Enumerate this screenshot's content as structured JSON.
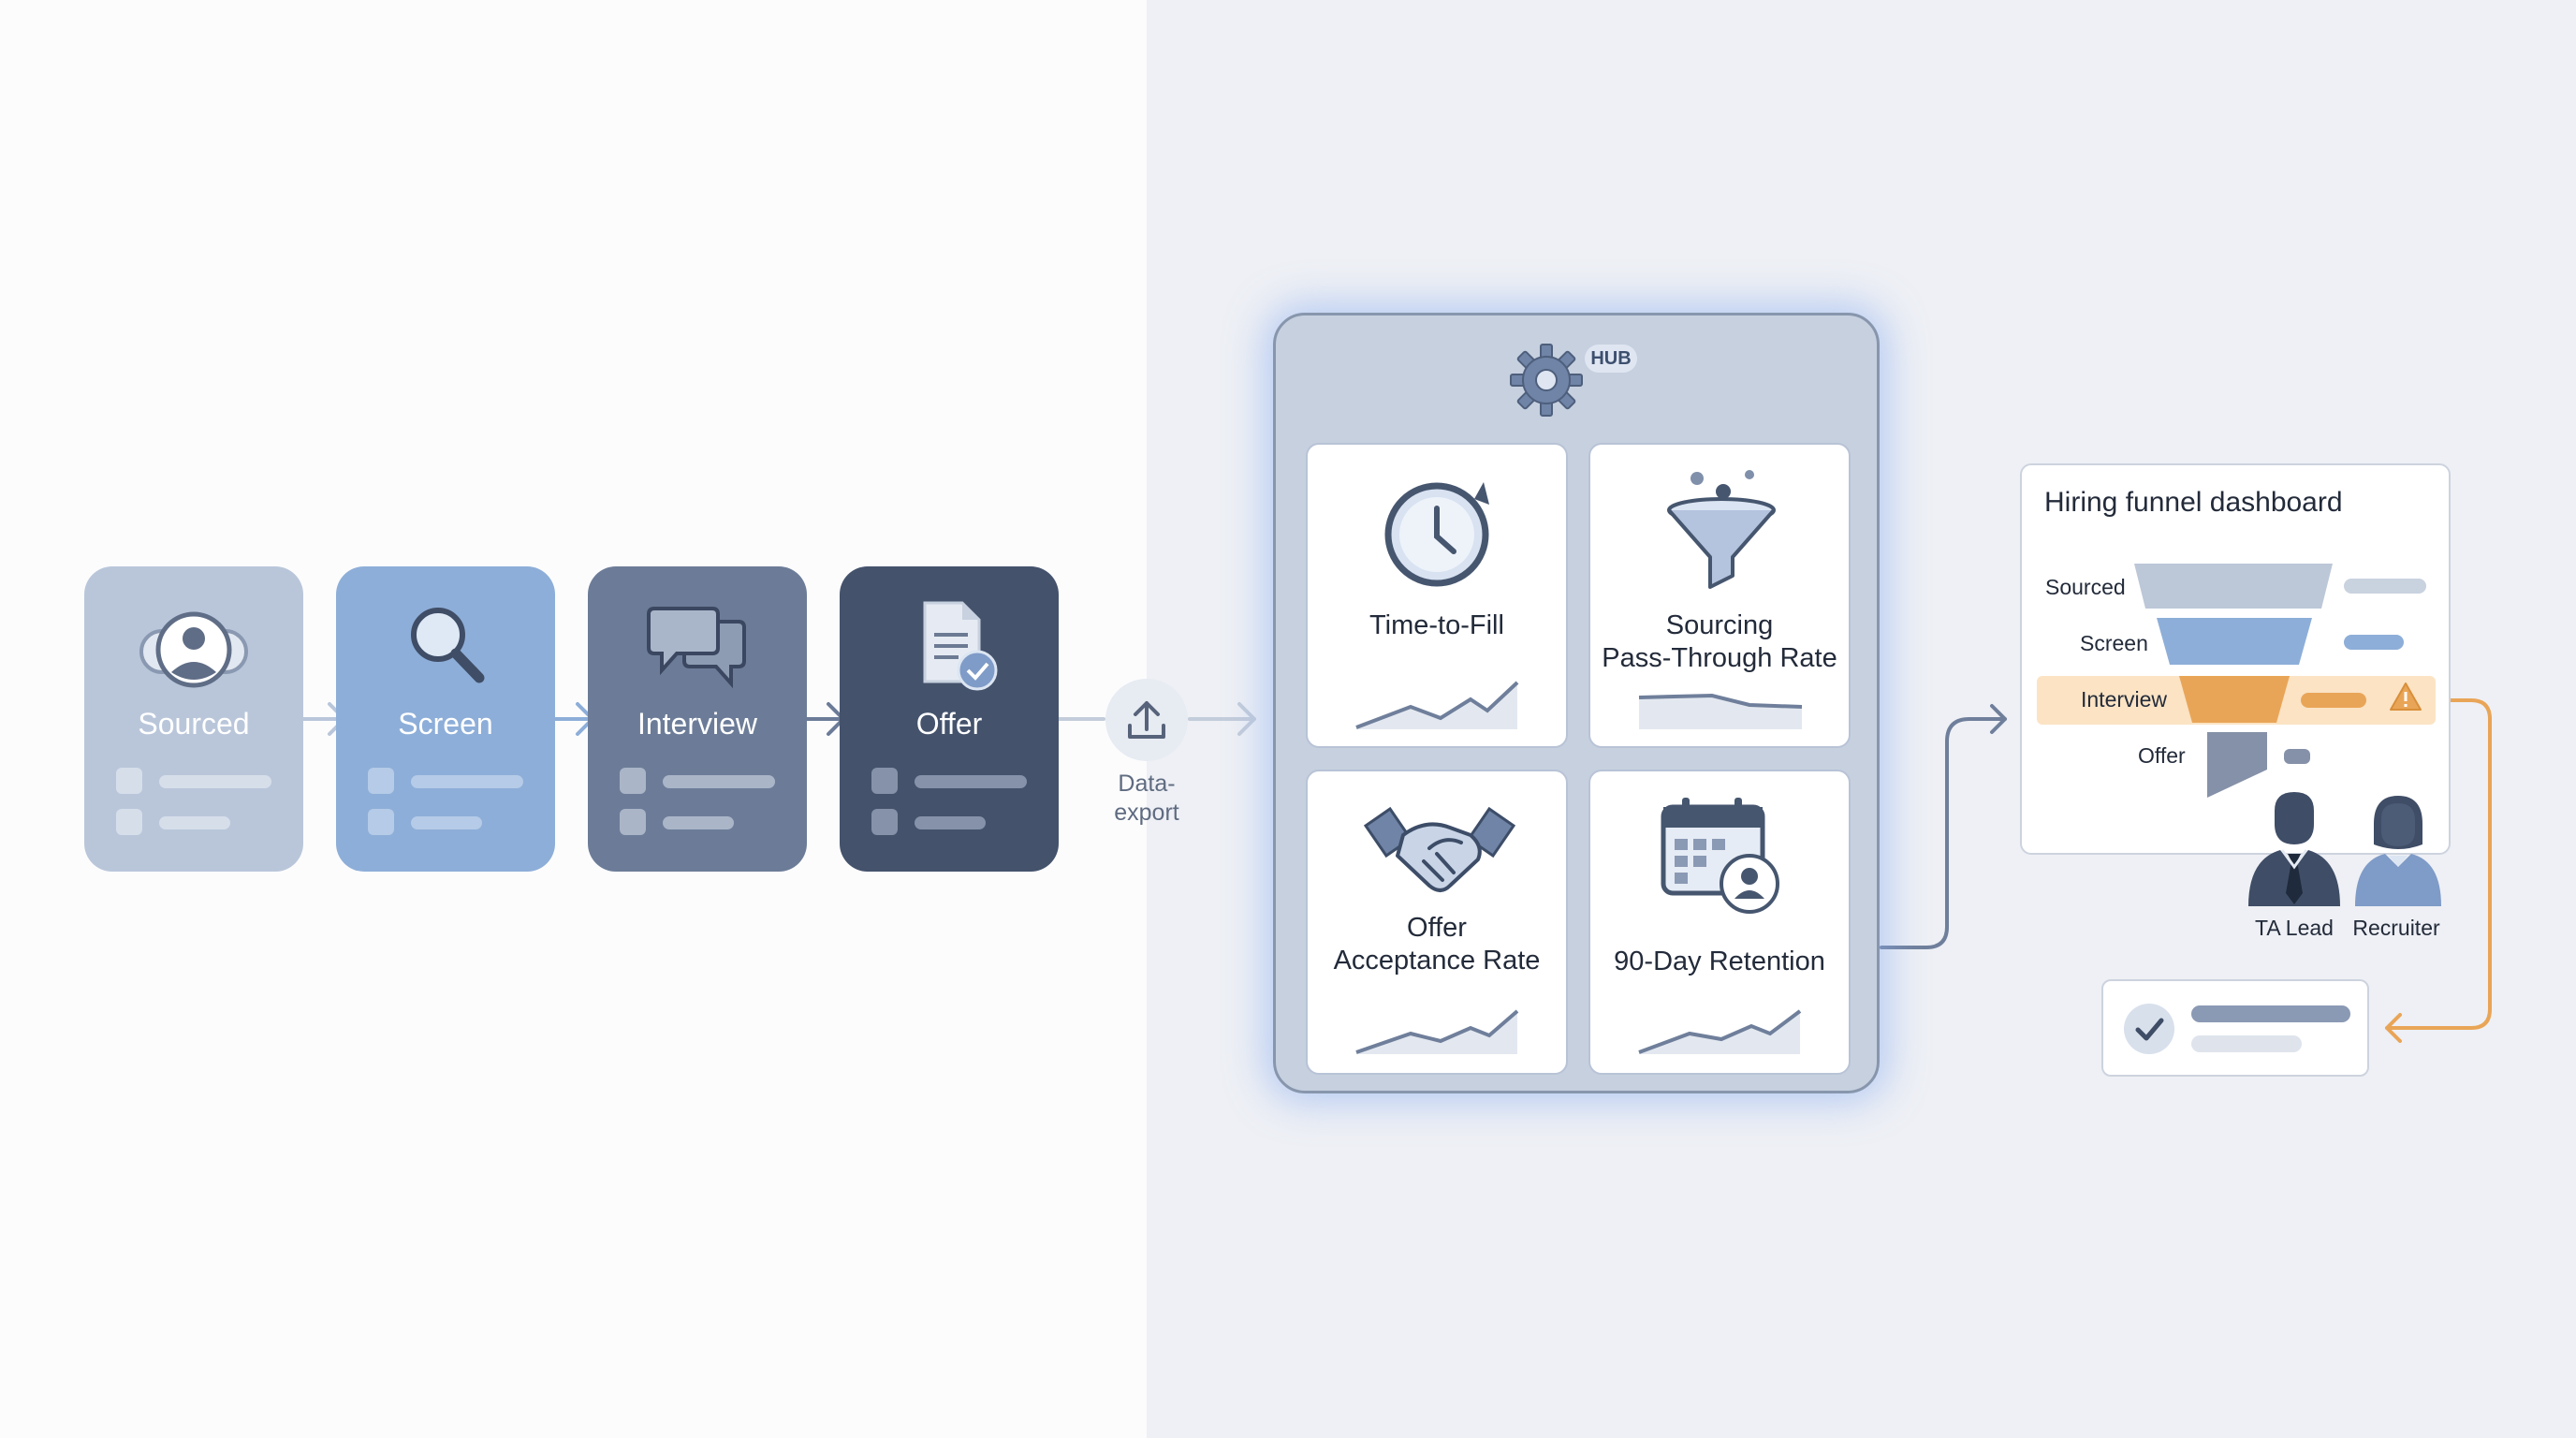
{
  "pipeline": {
    "stages": [
      {
        "label": "Sourced",
        "icon": "people-group-icon",
        "color": "#b9c6da"
      },
      {
        "label": "Screen",
        "icon": "magnifier-icon",
        "color": "#8daed8"
      },
      {
        "label": "Interview",
        "icon": "chat-bubbles-icon",
        "color": "#6c7c98"
      },
      {
        "label": "Offer",
        "icon": "document-check-icon",
        "color": "#44526c"
      }
    ],
    "export_label": "Data-\nexport"
  },
  "hub": {
    "badge": "HUB",
    "metrics": [
      {
        "label": "Time-to-Fill",
        "icon": "clock-icon"
      },
      {
        "label": "Sourcing\nPass-Through Rate",
        "icon": "funnel-icon"
      },
      {
        "label": "Offer\nAcceptance Rate",
        "icon": "handshake-icon"
      },
      {
        "label": "90-Day Retention",
        "icon": "calendar-person-icon"
      }
    ]
  },
  "dashboard": {
    "title": "Hiring funnel dashboard",
    "stages": [
      {
        "label": "Sourced",
        "highlight": false
      },
      {
        "label": "Screen",
        "highlight": false
      },
      {
        "label": "Interview",
        "highlight": true,
        "alert": "warning-icon"
      },
      {
        "label": "Offer",
        "highlight": false
      }
    ],
    "people": [
      {
        "label": "TA Lead",
        "icon": "ta-lead-icon"
      },
      {
        "label": "Recruiter",
        "icon": "recruiter-icon"
      }
    ],
    "ack_icon": "check-circle-icon",
    "highlight_color": "#e9a557"
  }
}
